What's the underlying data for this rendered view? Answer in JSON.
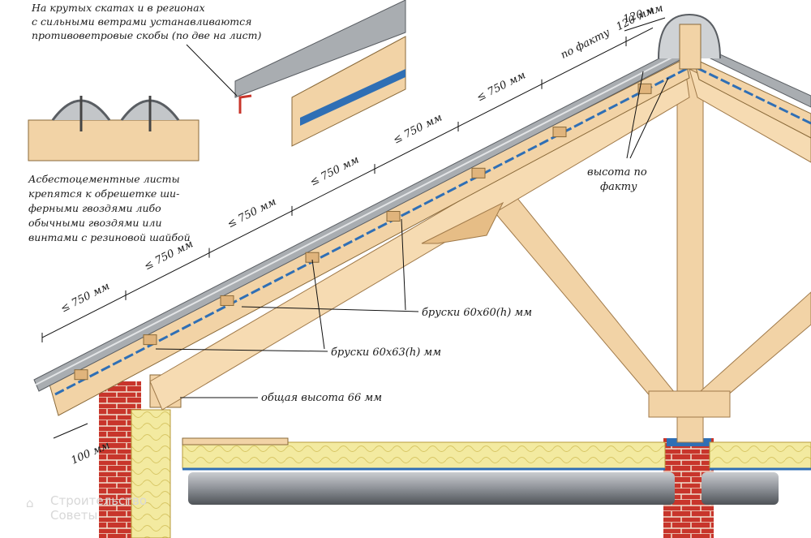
{
  "notes": {
    "wind_brackets": [
      "На крутых скатах и в регионах",
      "с сильными ветрами устанавливаются",
      "противоветровые скобы (по две на лист)"
    ],
    "fastening": [
      "Асбестоцементные листы",
      "крепятся к обрешетке ши-",
      "ферными гвоздями либо",
      "обычными гвоздями или",
      "винтами с резиновой шайбой"
    ]
  },
  "dimensions": {
    "batten_spacing": [
      "≤ 750 мм",
      "≤ 750 мм",
      "≤ 750 мм",
      "≤ 750 мм",
      "≤ 750 мм",
      "≤ 750 мм"
    ],
    "top_spacing": "по факту",
    "ridge_gap": "120 мм",
    "overhang": "100 мм"
  },
  "labels": {
    "height_actual": [
      "высота по",
      "факту"
    ],
    "battens_60x60": "бруски 60х60(h) мм",
    "battens_60x63": "бруски 60х63(h) мм",
    "total_height": "общая высота 66 мм"
  },
  "watermark": {
    "line1": "Строительство",
    "line2": "Советы"
  },
  "colors": {
    "wood": "#f2d3a6",
    "wood_dark": "#d9a86b",
    "brick": "#c8352b",
    "insulation": "#f3eaa0",
    "slate": "#a9adb1",
    "membrane": "#2f6fb5"
  }
}
